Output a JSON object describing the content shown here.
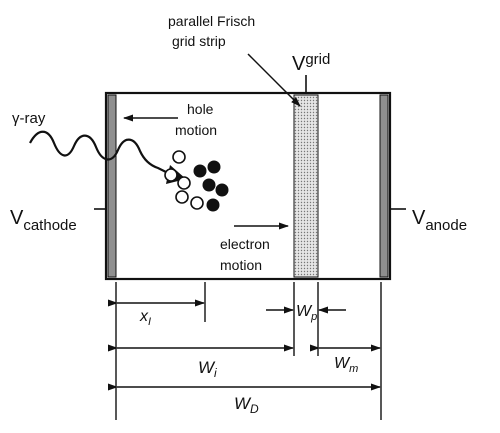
{
  "labels": {
    "frisch_line1": "parallel Frisch",
    "frisch_line2": "grid strip",
    "v_grid_main": "V",
    "v_grid_sub": "grid",
    "gamma_ray": "γ-ray",
    "hole_line1": "hole",
    "hole_line2": "motion",
    "electron_line1": "electron",
    "electron_line2": "motion",
    "v_cathode_main": "V",
    "v_cathode_sub": "cathode",
    "v_anode_main": "V",
    "v_anode_sub": "anode"
  },
  "dimensions": {
    "x_i_main": "x",
    "x_i_sub": "I",
    "w_p_main": "W",
    "w_p_sub": "p",
    "w_i_main": "W",
    "w_i_sub": "i",
    "w_m_main": "W",
    "w_m_sub": "m",
    "w_d_main": "W",
    "w_d_sub": "D"
  },
  "colors": {
    "ink": "#111111",
    "electrode_fill": "#9a9a9a",
    "grid_fill": "#d9d9d9"
  }
}
